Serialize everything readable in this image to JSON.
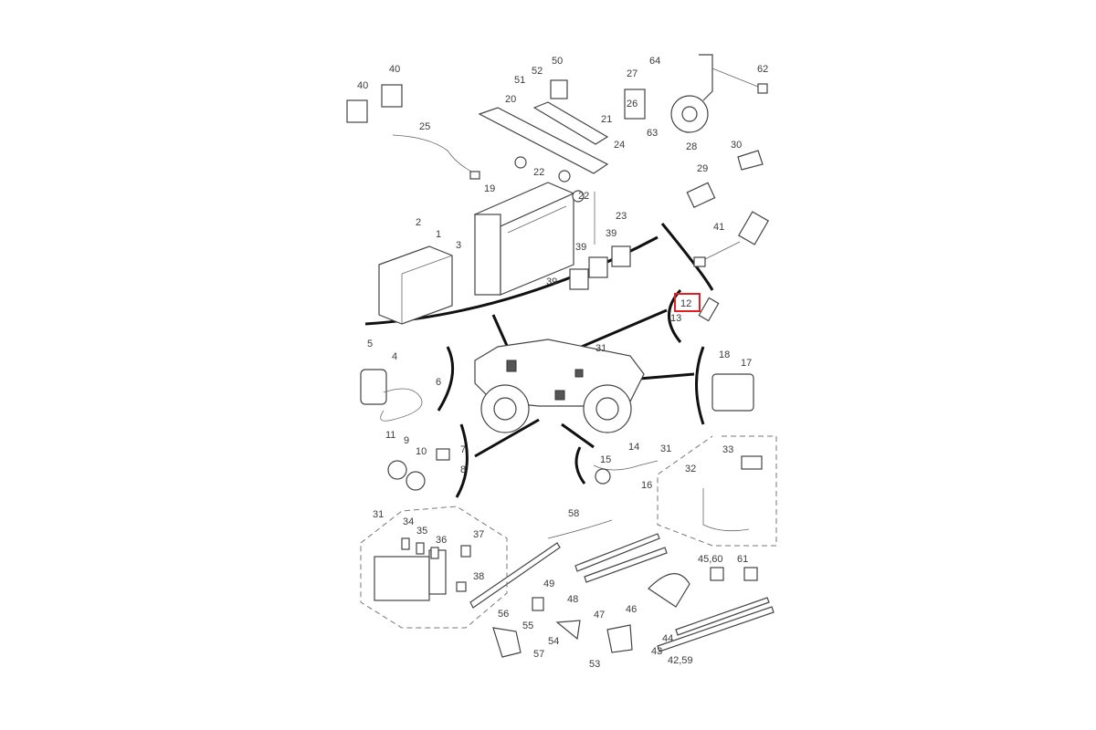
{
  "diagram": {
    "title": "Electrical parts diagram",
    "highlight_color": "#e02020",
    "highlighted_label": "12",
    "labels": [
      "40",
      "40",
      "51",
      "52",
      "50",
      "27",
      "64",
      "62",
      "25",
      "20",
      "26",
      "21",
      "63",
      "24",
      "28",
      "30",
      "29",
      "19",
      "22",
      "22",
      "23",
      "41",
      "2",
      "1",
      "3",
      "39",
      "39",
      "39",
      "12",
      "13",
      "5",
      "4",
      "31",
      "18",
      "17",
      "6",
      "11",
      "9",
      "10",
      "7",
      "8",
      "14",
      "15",
      "31",
      "33",
      "32",
      "16",
      "58",
      "31",
      "34",
      "35",
      "36",
      "37",
      "38",
      "49",
      "45,60",
      "61",
      "48",
      "47",
      "46",
      "56",
      "55",
      "54",
      "44",
      "57",
      "43",
      "42,59",
      "53"
    ]
  }
}
